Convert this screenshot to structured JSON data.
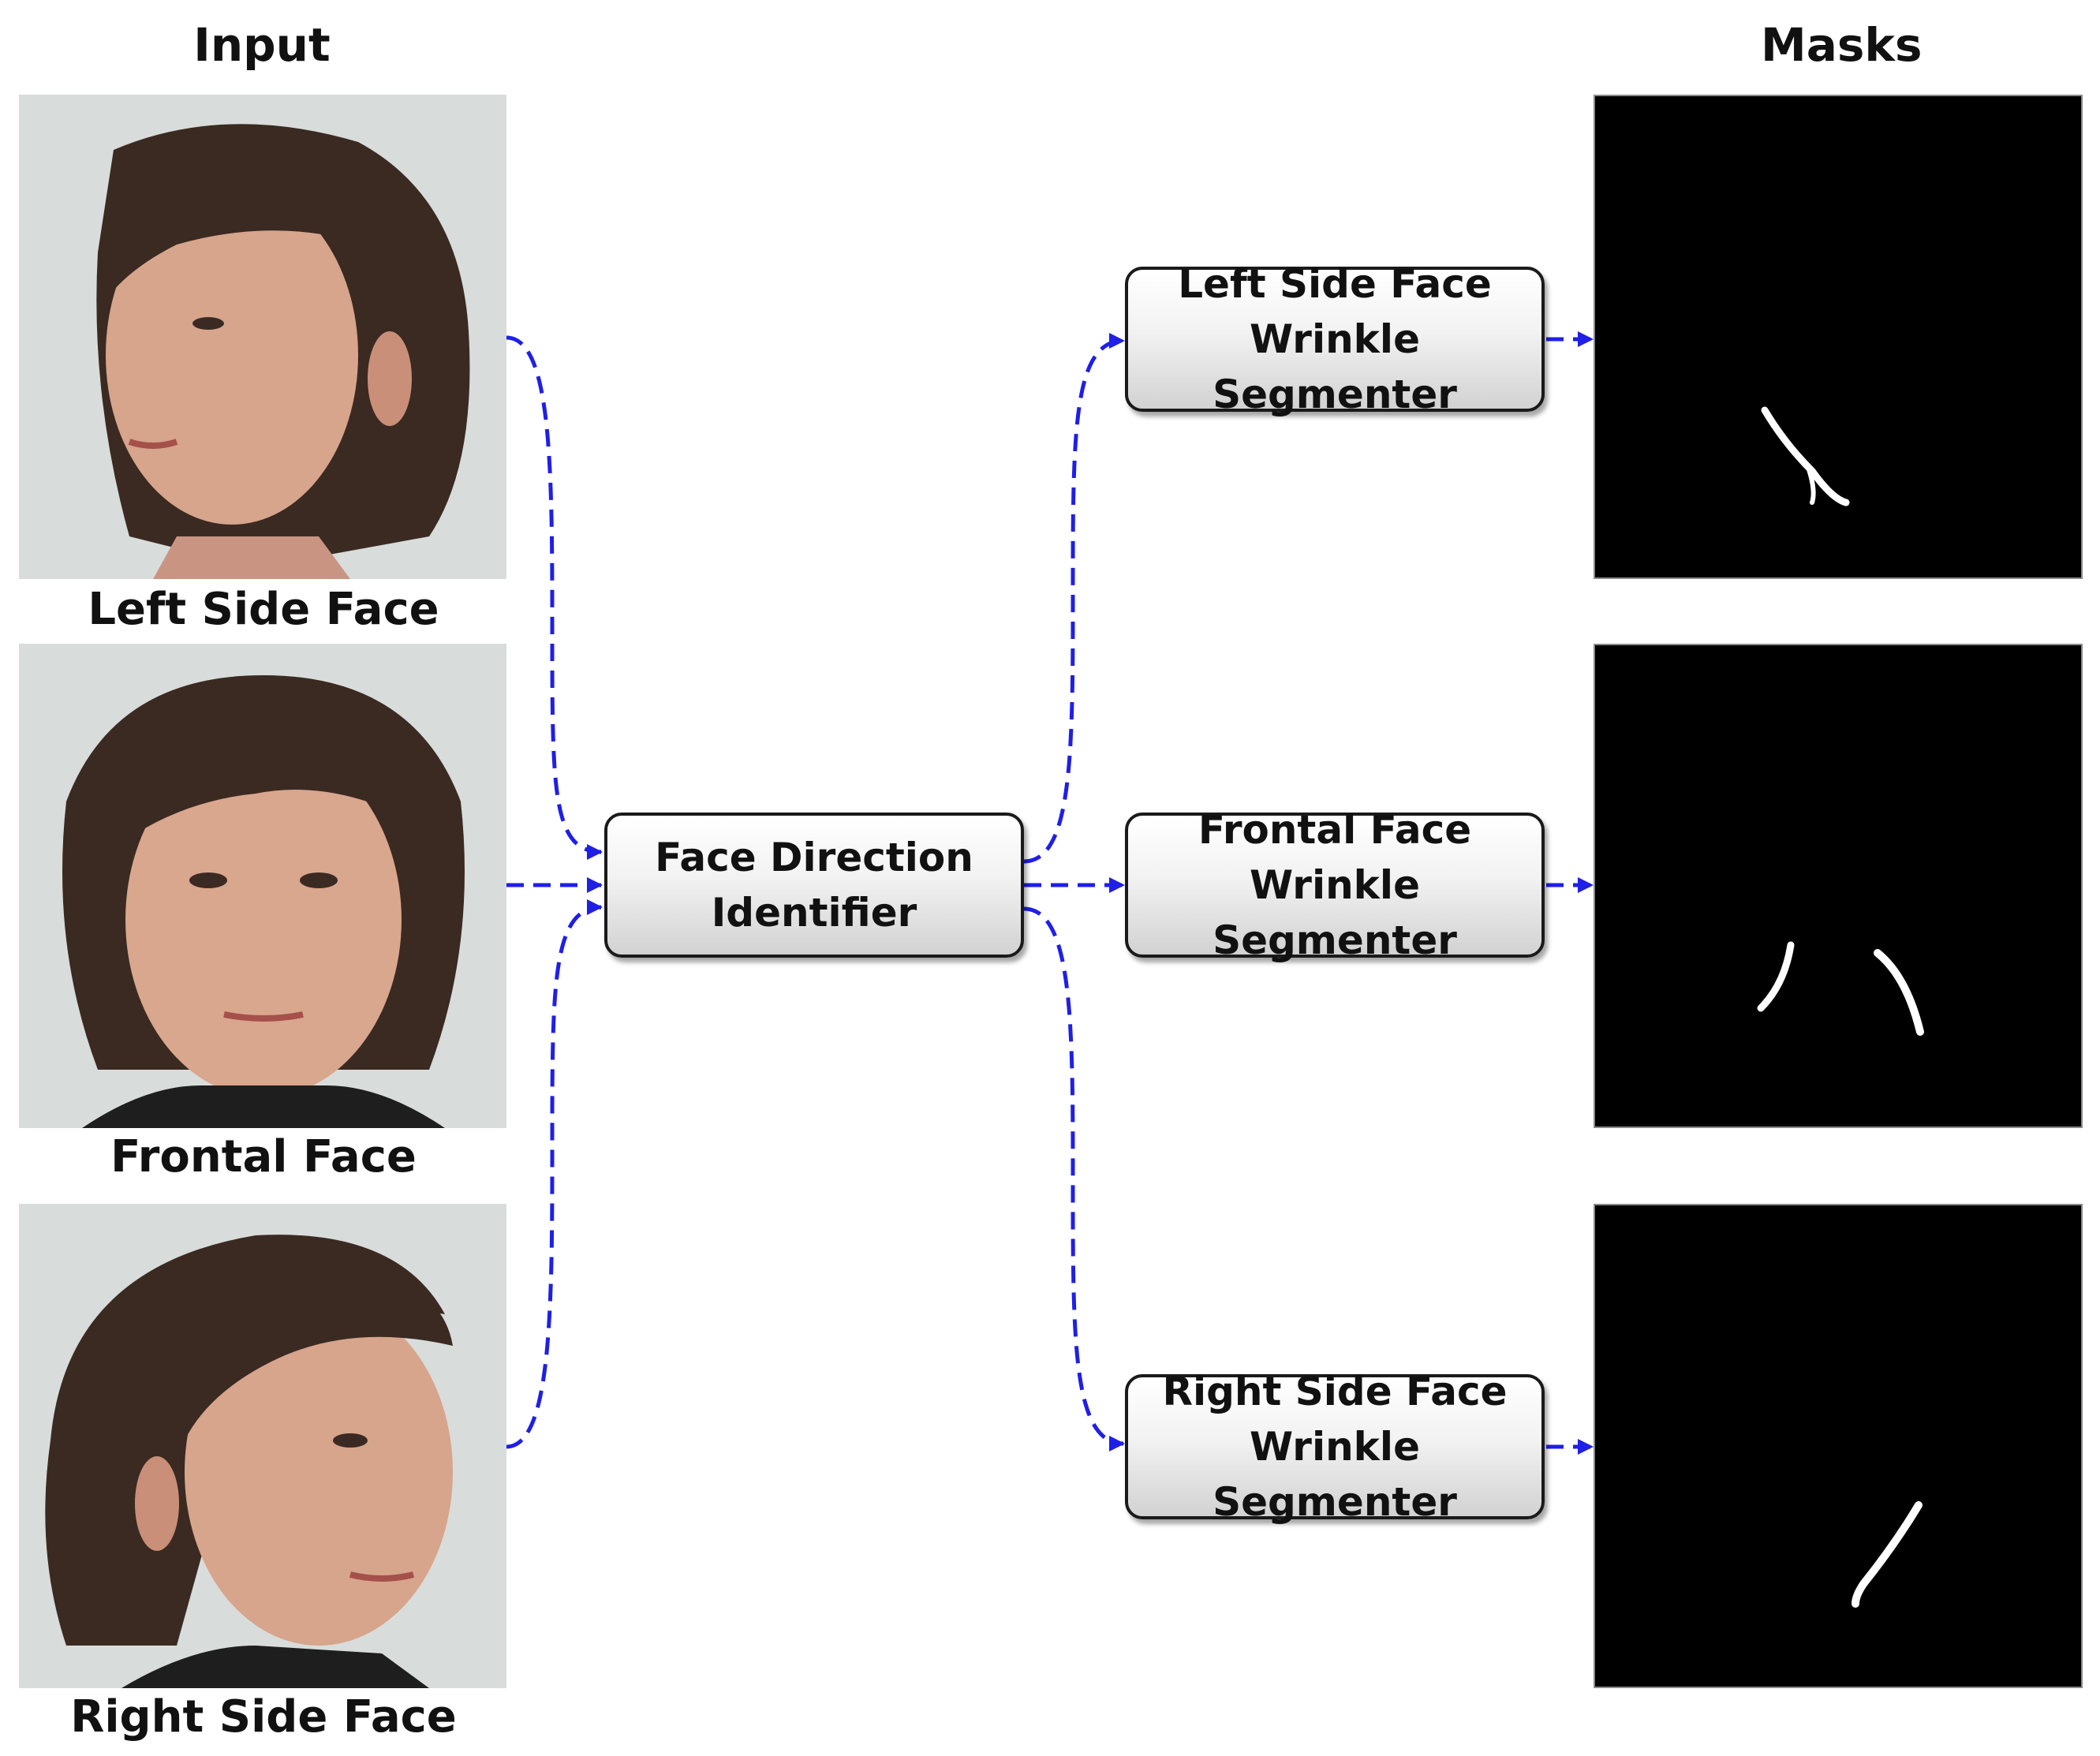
{
  "headings": {
    "input": "Input",
    "masks": "Masks"
  },
  "inputs": [
    {
      "caption": "Left Side Face"
    },
    {
      "caption": "Frontal Face"
    },
    {
      "caption": "Right Side Face"
    }
  ],
  "identifier": {
    "line1": "Face Direction",
    "line2": "Identifier"
  },
  "segmenters": [
    {
      "line1": "Left Side Face",
      "line2": "Wrinkle Segmenter"
    },
    {
      "line1": "Frontal Face",
      "line2": "Wrinkle Segmenter"
    },
    {
      "line1": "Right Side Face",
      "line2": "Wrinkle Segmenter"
    }
  ],
  "colors": {
    "arrow": "#1f1fe6",
    "box_border": "#1a1a1a",
    "mask_bg": "#000000",
    "wrinkle": "#ffffff"
  }
}
